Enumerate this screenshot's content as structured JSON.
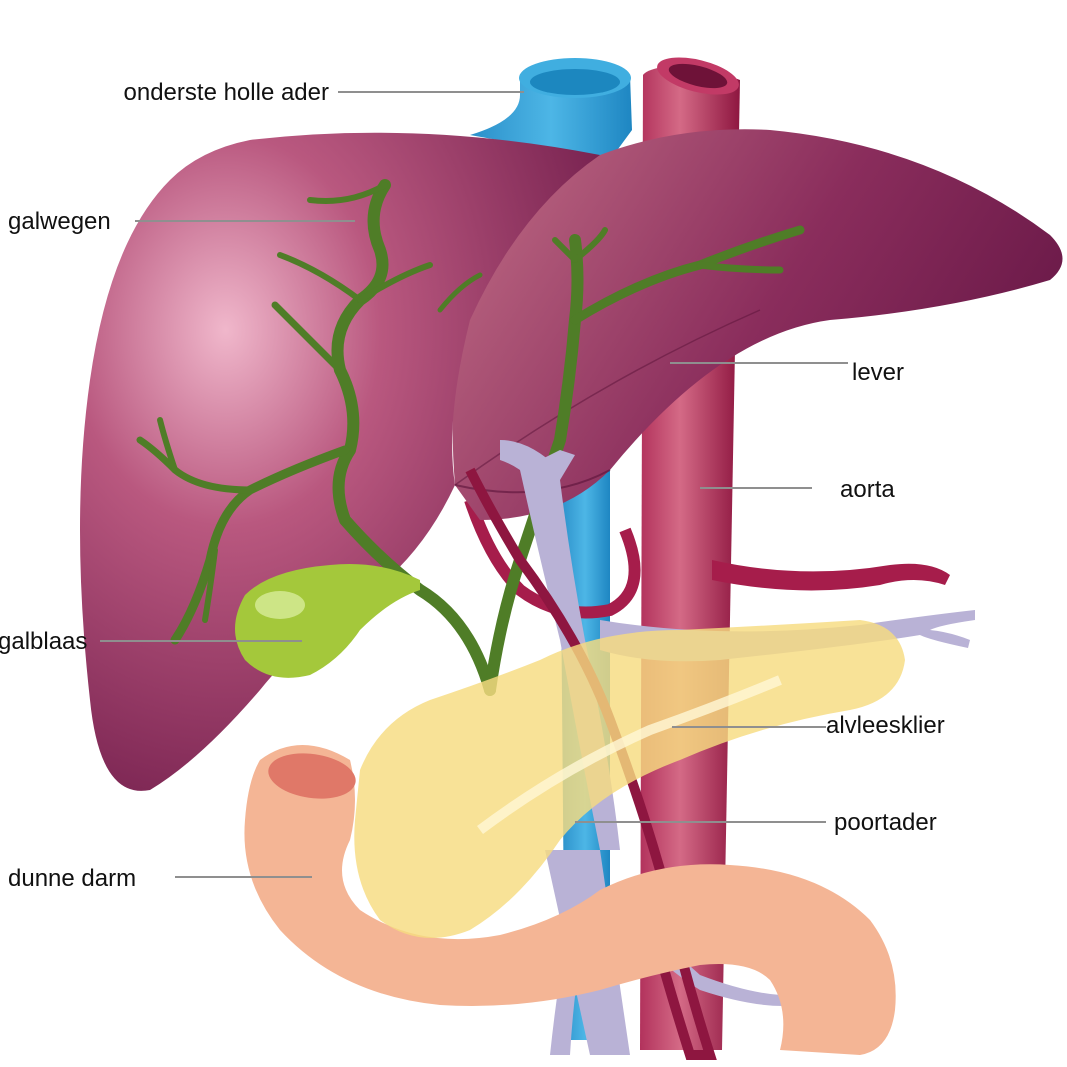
{
  "labels": {
    "inferior_vena_cava": "onderste holle ader",
    "bile_ducts": "galwegen",
    "liver": "lever",
    "aorta": "aorta",
    "gallbladder": "galblaas",
    "pancreas": "alvleesklier",
    "portal_vein": "poortader",
    "small_intestine": "dunne darm"
  },
  "colors": {
    "liver": "#7a1f52",
    "liver_highlight": "#f0b7cb",
    "vena_cava": "#2a9fd4",
    "aorta": "#a61d4b",
    "bile_ducts": "#4f7d27",
    "gallbladder": "#a4c83b",
    "pancreas": "#f7dc80",
    "portal_vein": "#b9b2d6",
    "intestine": "#f4b595",
    "intestine_opening": "#e07868",
    "leader_line": "#8f8f8f"
  }
}
